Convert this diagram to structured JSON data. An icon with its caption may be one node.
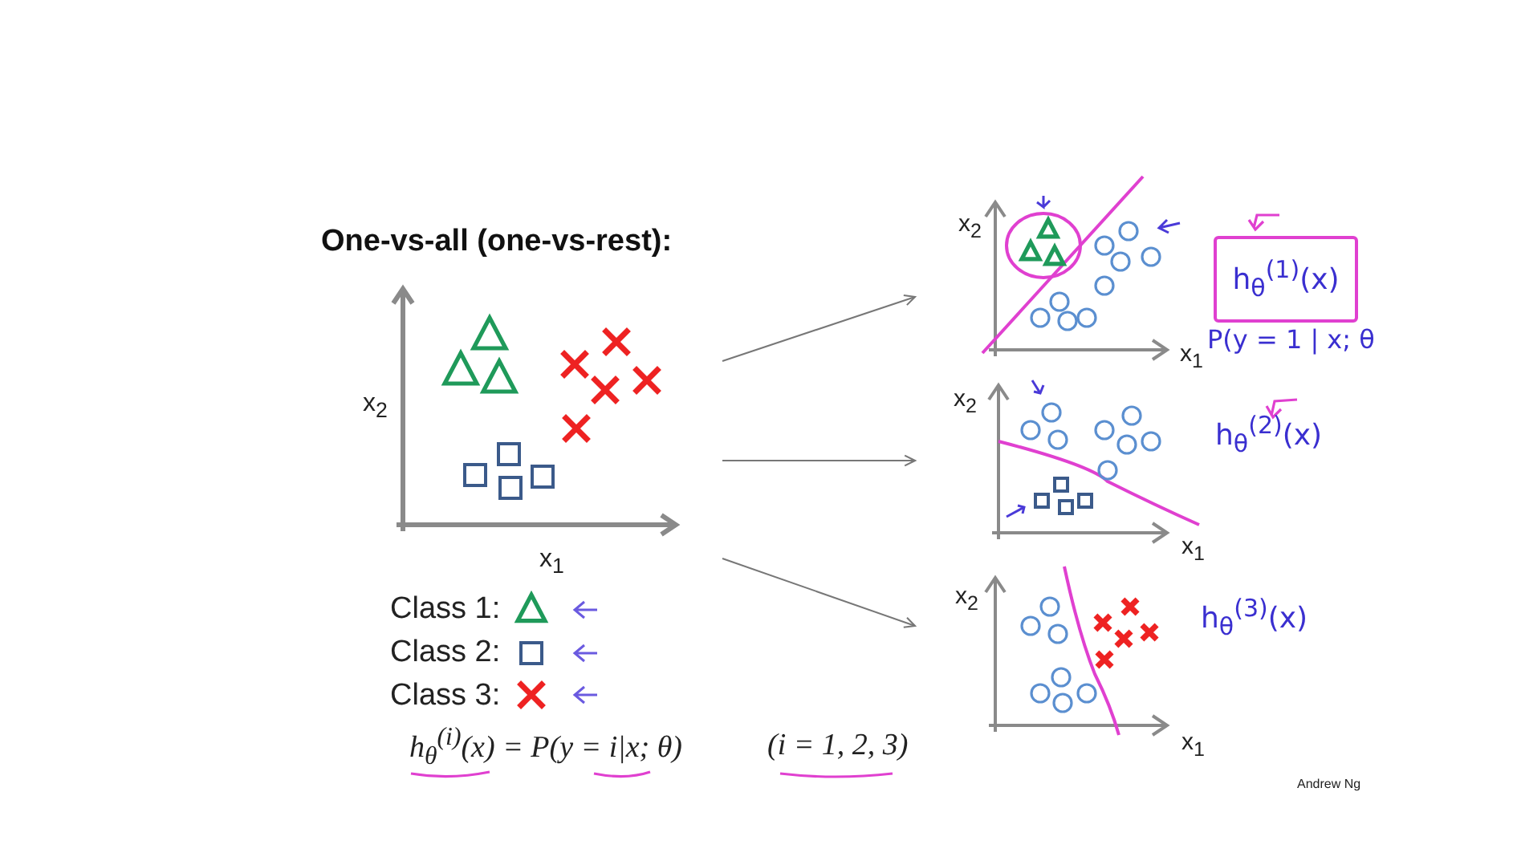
{
  "diagram": {
    "title": "One-vs-all (one-vs-rest):",
    "nodes": [
      {
        "text": [
          "x$_{2}$",
          "x$_{1}$"
        ]
      },
      {
        "text": [
          "x$_{2}$",
          "x$_{1}$"
        ]
      },
      {
        "text": [
          "x$_{2}$",
          "x$_{1}$"
        ]
      },
      {
        "text": [
          "x$_{2}$",
          "x$_{1}$"
        ]
      },
      {
        "text": [
          "h$_{θ}$$^{(1)}$(x)"
        ]
      }
    ],
    "edges": [
      {
        "from": 0,
        "to": 1,
        "arrow": "to"
      },
      {
        "from": 0,
        "to": 2,
        "arrow": "to"
      },
      {
        "from": 0,
        "to": 3,
        "arrow": "to"
      }
    ],
    "labels": [
      "Class 1:",
      "Class 2:",
      "Class 3:",
      "h$_{θ}$$^{(i)}$(x) = P(y = i|x; θ)",
      "(i = 1, 2, 3)",
      "P(y = 1 | x; θ",
      "h$_{θ}$$^{(2)}$(x)",
      "h$_{θ}$$^{(3)}$(x)",
      "Andrew Ng"
    ]
  }
}
